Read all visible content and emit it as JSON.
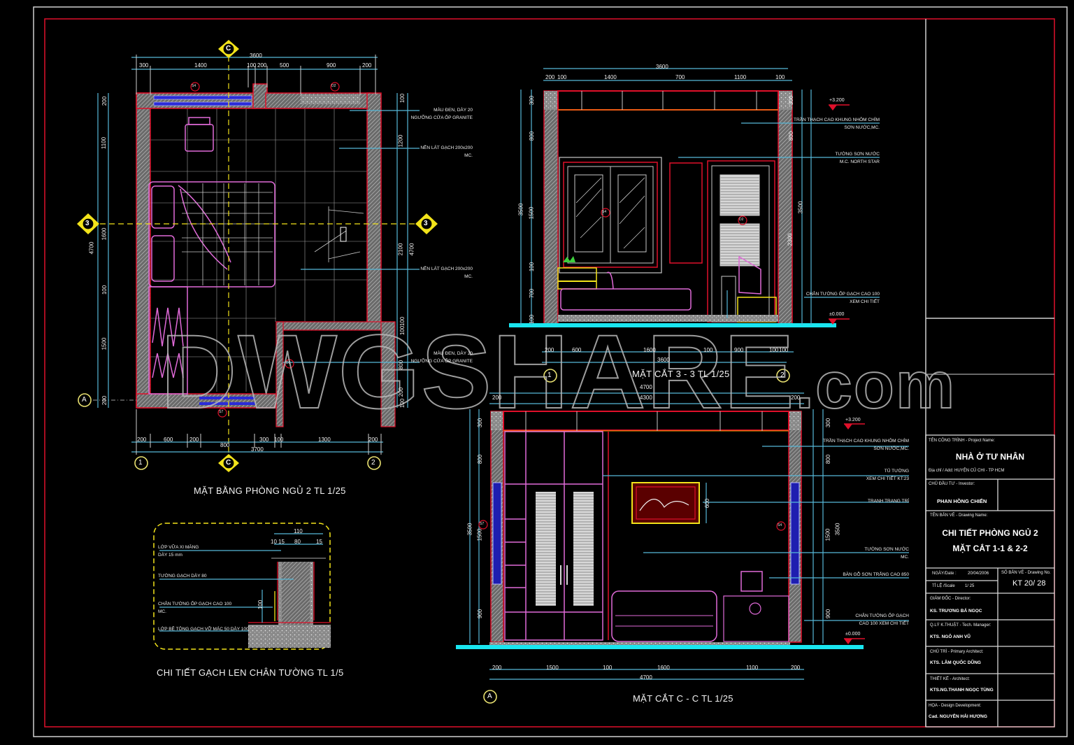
{
  "sheet": {
    "frame_color": "#e0102a",
    "background": "#000000",
    "dimension_color": "#56b8d8",
    "wall_color": "#e0102a",
    "furniture_color": "#e06ad8",
    "gridline_color": "#f2e31a",
    "floor_line_color": "#19e6f0"
  },
  "watermark": {
    "main": "DWGSHARE",
    "suffix": ".com"
  },
  "floor_plan": {
    "caption": "MẶT BẰNG PHÒNG NGỦ 2 TL 1/25",
    "top_total": "3600",
    "top_dims": [
      "300",
      "1400",
      "100",
      "200",
      "500",
      "900",
      "200"
    ],
    "bottom_dims": [
      "200",
      "600",
      "200",
      "300",
      "100",
      "1300",
      "200"
    ],
    "bottom_sub": "800",
    "bottom_total": "3700",
    "left_total": "4700",
    "left_dims": [
      "200",
      "1100",
      "1600",
      "100",
      "1500",
      "200"
    ],
    "right_dims": [
      "100",
      "1200",
      "2100",
      "100",
      "100",
      "800",
      "200",
      "100"
    ],
    "right_total": "4700",
    "grid_markers": {
      "top": "C",
      "bottom_c": "C",
      "left_row": "3",
      "right_row": "3",
      "left_a": "A",
      "bottom_1": "1",
      "bottom_2": "2"
    },
    "tags": [
      "S4",
      "D2",
      "D1",
      "S7"
    ],
    "notes": [
      {
        "line1": "MÀU ĐEN, DÀY 20",
        "line2": "NGƯỠNG CỬA ỐP GRANITE"
      },
      {
        "line1": "NỀN LÁT GẠCH 200x200",
        "line2": "MC."
      },
      {
        "line1": "NỀN LÁT GẠCH 200x200",
        "line2": "MC."
      },
      {
        "line1": "MÀU ĐEN, DÀY 20",
        "line2": "NGƯỠNG CỬA ỐP GRANITE"
      }
    ]
  },
  "section_33": {
    "caption": "MẶT CẮT 3 - 3 TL 1/25",
    "top_total": "3600",
    "top_dims": [
      "200",
      "100",
      "1400",
      "700",
      "1100",
      "100"
    ],
    "bottom_dims": [
      "200",
      "600",
      "1600",
      "100",
      "900",
      "100",
      "100"
    ],
    "bottom_total": "3600",
    "left_total": "3500",
    "left_dims": [
      "300",
      "800",
      "1500",
      "100",
      "700",
      "100"
    ],
    "right_dims": [
      "300",
      "800",
      "2300"
    ],
    "right_total": "3500",
    "grid_markers": {
      "left": "1",
      "right": "2"
    },
    "tags": [
      "S4",
      "D2"
    ],
    "levels": {
      "top": "+3.200",
      "bottom": "±0.000"
    },
    "notes": [
      {
        "line1": "TRẦN THẠCH CAO KHUNG NHÔM CHÌM",
        "line2": "SƠN NƯỚC,MC."
      },
      {
        "line1": "TƯỜNG SƠN NƯỚC",
        "line2": "M.C. NORTH STAR"
      },
      {
        "line1": "CHÂN TƯỜNG ỐP GẠCH CAO 100",
        "line2": "XEM CHI TIẾT"
      }
    ]
  },
  "section_cc": {
    "caption": "MẶT CẮT C - C TL 1/25",
    "top_total": "4700",
    "top_sub": "4300",
    "top_dims": [
      "200",
      "200"
    ],
    "bottom_dims": [
      "200",
      "1500",
      "100",
      "1600",
      "1100",
      "200"
    ],
    "bottom_total": "4700",
    "left_total": "3500",
    "left_dims": [
      "300",
      "800",
      "1500",
      "900"
    ],
    "right_dims": [
      "300",
      "800",
      "1500",
      "900"
    ],
    "right_total": "3500",
    "picture_dim": "600",
    "grid_markers": {
      "bottom_a": "A"
    },
    "tags": [
      "S7",
      "S4"
    ],
    "levels": {
      "top": "+3.200",
      "bottom": "±0.000"
    },
    "notes": [
      {
        "line1": "TRẦN THẠCH CAO KHUNG NHÔM CHÌM",
        "line2": "SƠN NƯỚC,MC."
      },
      {
        "line1": "TỦ TƯỜNG",
        "line2": "XEM CHI TIẾT KT:23"
      },
      {
        "line1": "TRANH TRANG TRÍ",
        "line2": ""
      },
      {
        "line1": "TƯỜNG SƠN NƯỚC",
        "line2": "MC."
      },
      {
        "line1": "BÀN GỖ SƠN TRẮNG CAO 850",
        "line2": ""
      },
      {
        "line1": "CHÂN TƯỜNG ỐP GẠCH",
        "line2": "CAO 100 XEM CHI TIẾT"
      }
    ]
  },
  "detail": {
    "caption": "CHI TIẾT GẠCH LEN CHÂN TƯỜNG TL 1/5",
    "top_total": "110",
    "top_dims": [
      "10",
      "15",
      "80",
      "15"
    ],
    "height_dim": "100",
    "notes": [
      {
        "line1": "LỚP VỮA XI MĂNG",
        "line2": "DÀY 15 mm"
      },
      {
        "line1": "TƯỜNG GẠCH DÀY 80",
        "line2": ""
      },
      {
        "line1": "CHÂN TƯỜNG ỐP GẠCH CAO 100",
        "line2": "MC."
      },
      {
        "line1": "LỚP BÊ TÔNG GẠCH VỠ MÁC 50 DÀY 100",
        "line2": ""
      }
    ]
  },
  "title_block": {
    "project_label": "TÊN CÔNG TRÌNH - Project Name:",
    "project_name": "NHÀ Ở TƯ NHÂN",
    "address": "Địa chỉ / Add: HUYỆN CỦ CHI - TP HCM",
    "investor_label": "CHỦ ĐẦU TƯ - Investor:",
    "investor_name": "PHAN HỒNG CHIẾN",
    "drawing_label": "TÊN BẢN VẼ - Drawing Name:",
    "drawing_name_1": "CHI TIẾT PHÒNG NGỦ 2",
    "drawing_name_2": "MẶT CẮT 1-1 & 2-2",
    "date_label": "NGÀY/Date :",
    "date_value": "20/04/2006",
    "scale_label": "TỈ LỆ /Scale",
    "scale_value": "1/ 25",
    "drawing_no_label": "SỐ BẢN VẼ - Drawing No.",
    "drawing_no": "KT 20/ 28",
    "people": [
      {
        "role": "GIÁM ĐỐC - Director:",
        "name": "KS. TRƯƠNG BÁ NGỌC"
      },
      {
        "role": "Q.LÝ K.THUẬT - Tech. Manager:",
        "name": "KTS. NGÔ ANH VŨ"
      },
      {
        "role": "CHỦ TRÌ - Primary Architect:",
        "name": "KTS. LÂM QUỐC DŨNG"
      },
      {
        "role": "THIẾT KẾ - Architect:",
        "name": "KTS.NG.THANH NGỌC TÙNG"
      },
      {
        "role": "HỌA - Design Development:",
        "name": "Cad. NGUYỄN HẢI HƯƠNG"
      }
    ]
  }
}
